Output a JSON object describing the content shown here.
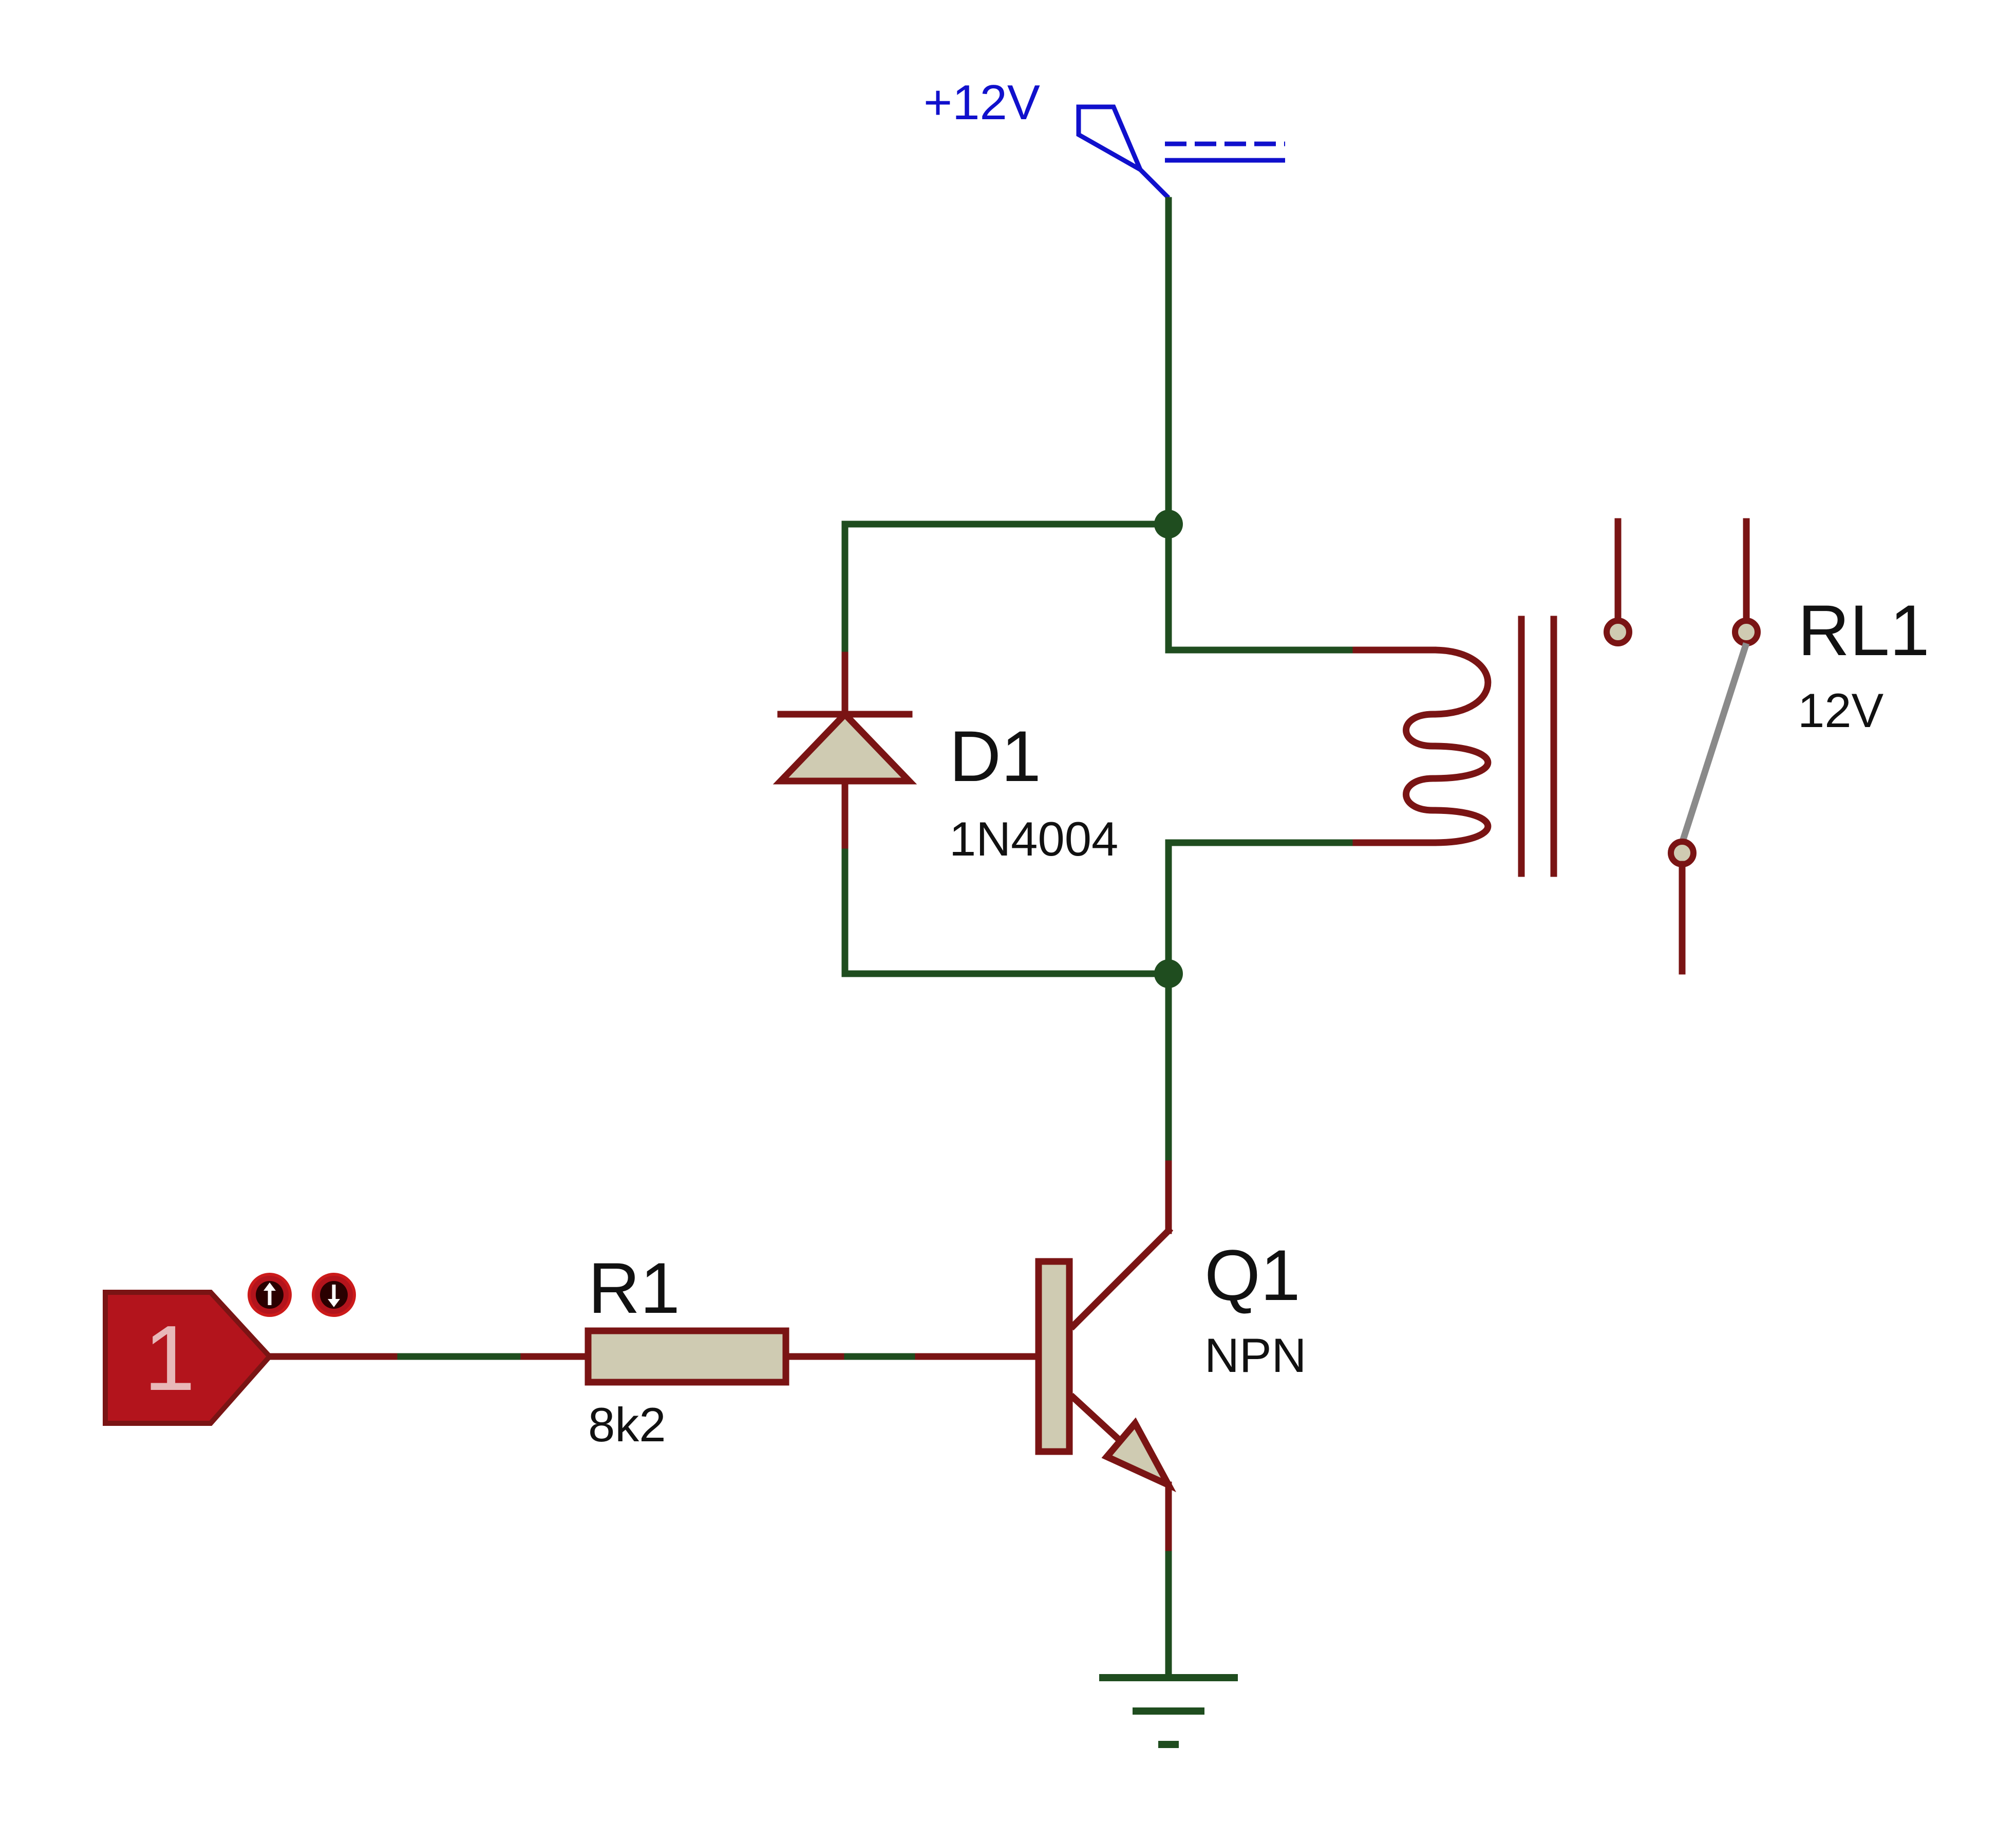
{
  "power": {
    "label": "+12V",
    "color": "#1010cc"
  },
  "terminal": {
    "label": "1",
    "color": "#b3141c"
  },
  "r1": {
    "ref": "R1",
    "value": "8k2"
  },
  "d1": {
    "ref": "D1",
    "value": "1N4004"
  },
  "q1": {
    "ref": "Q1",
    "value": "NPN"
  },
  "rl1": {
    "ref": "RL1",
    "value": "12V"
  },
  "colors": {
    "wire": "#1f4d1f",
    "pin": "#7a1414",
    "component_body": "#cfcbb2",
    "switch_arm": "#8a8a8a"
  },
  "icons": {
    "up": "arrow-up-circle-icon",
    "down": "arrow-down-circle-icon"
  }
}
